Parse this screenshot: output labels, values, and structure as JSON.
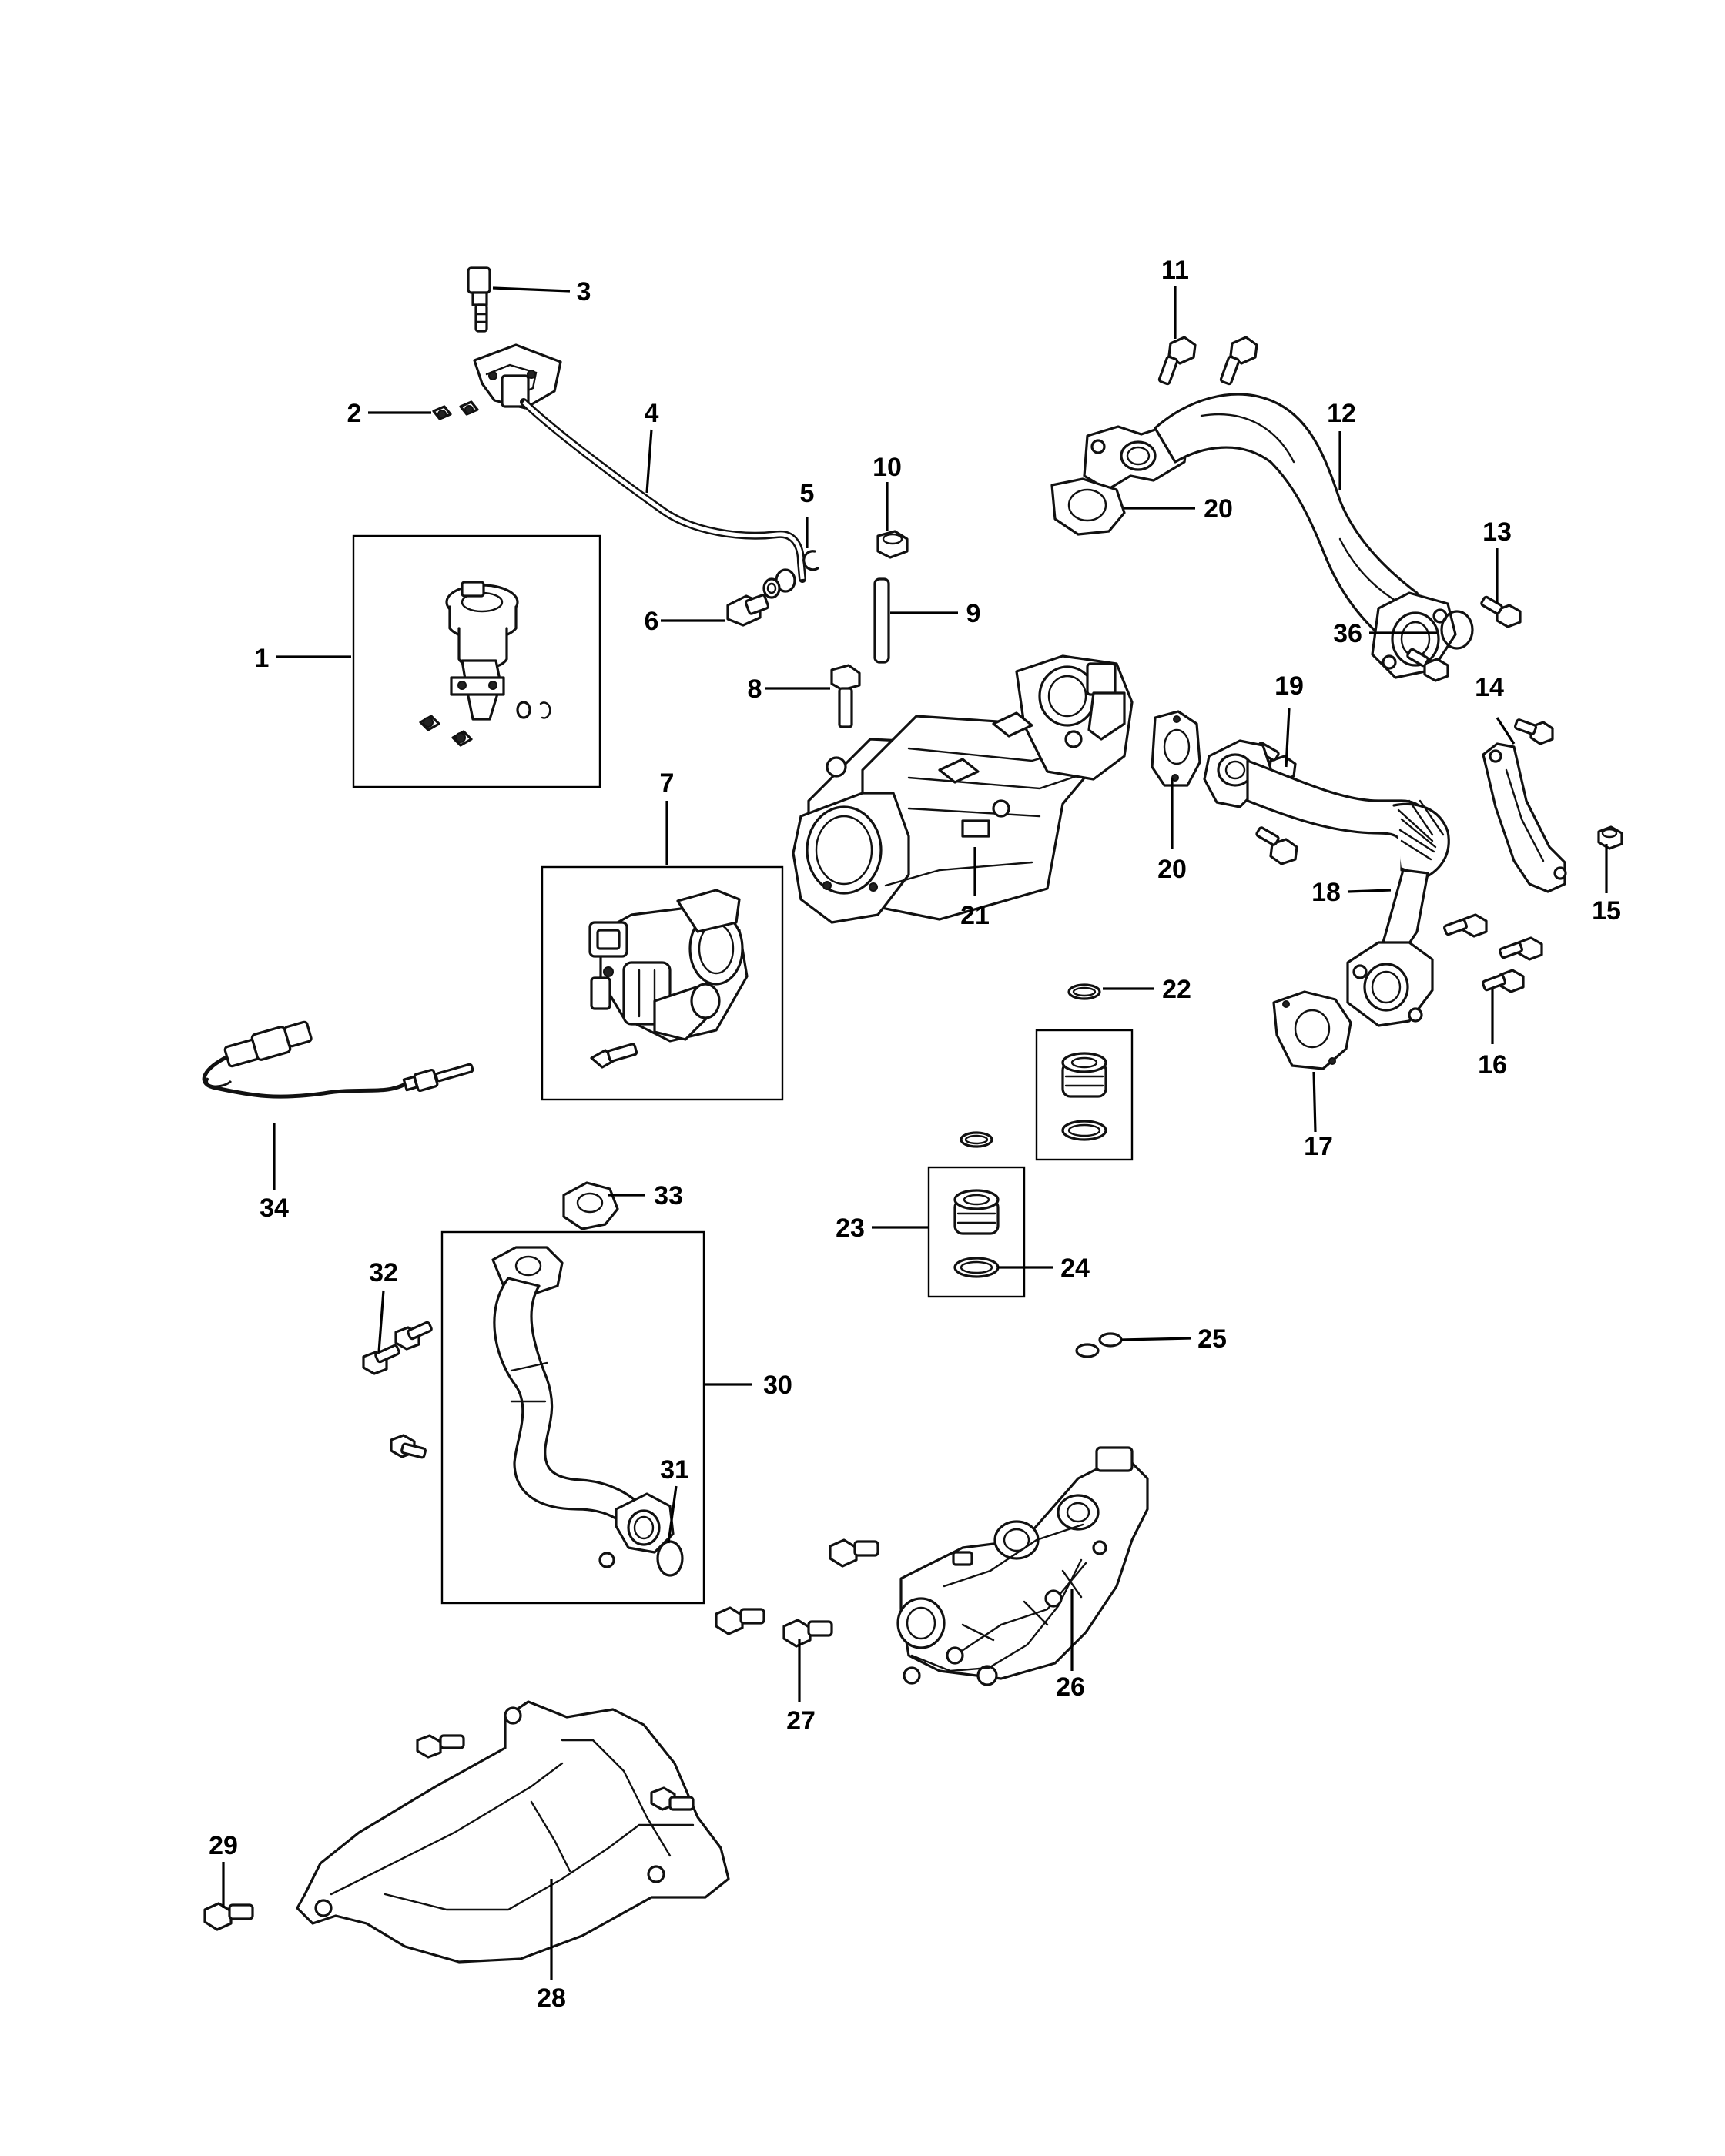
{
  "callouts": [
    {
      "id": "1",
      "text": "1"
    },
    {
      "id": "2",
      "text": "2"
    },
    {
      "id": "3",
      "text": "3"
    },
    {
      "id": "4",
      "text": "4"
    },
    {
      "id": "5",
      "text": "5"
    },
    {
      "id": "6",
      "text": "6"
    },
    {
      "id": "7",
      "text": "7"
    },
    {
      "id": "8",
      "text": "8"
    },
    {
      "id": "9",
      "text": "9"
    },
    {
      "id": "10",
      "text": "10"
    },
    {
      "id": "11",
      "text": "11"
    },
    {
      "id": "12",
      "text": "12"
    },
    {
      "id": "13",
      "text": "13"
    },
    {
      "id": "14",
      "text": "14"
    },
    {
      "id": "15",
      "text": "15"
    },
    {
      "id": "16",
      "text": "16"
    },
    {
      "id": "17",
      "text": "17"
    },
    {
      "id": "18",
      "text": "18"
    },
    {
      "id": "19",
      "text": "19"
    },
    {
      "id": "20a",
      "text": "20"
    },
    {
      "id": "20b",
      "text": "20"
    },
    {
      "id": "21",
      "text": "21"
    },
    {
      "id": "22",
      "text": "22"
    },
    {
      "id": "23",
      "text": "23"
    },
    {
      "id": "24",
      "text": "24"
    },
    {
      "id": "25",
      "text": "25"
    },
    {
      "id": "26",
      "text": "26"
    },
    {
      "id": "27",
      "text": "27"
    },
    {
      "id": "28",
      "text": "28"
    },
    {
      "id": "29",
      "text": "29"
    },
    {
      "id": "30",
      "text": "30"
    },
    {
      "id": "31",
      "text": "31"
    },
    {
      "id": "32",
      "text": "32"
    },
    {
      "id": "33",
      "text": "33"
    },
    {
      "id": "34",
      "text": "34"
    },
    {
      "id": "36",
      "text": "36"
    }
  ]
}
